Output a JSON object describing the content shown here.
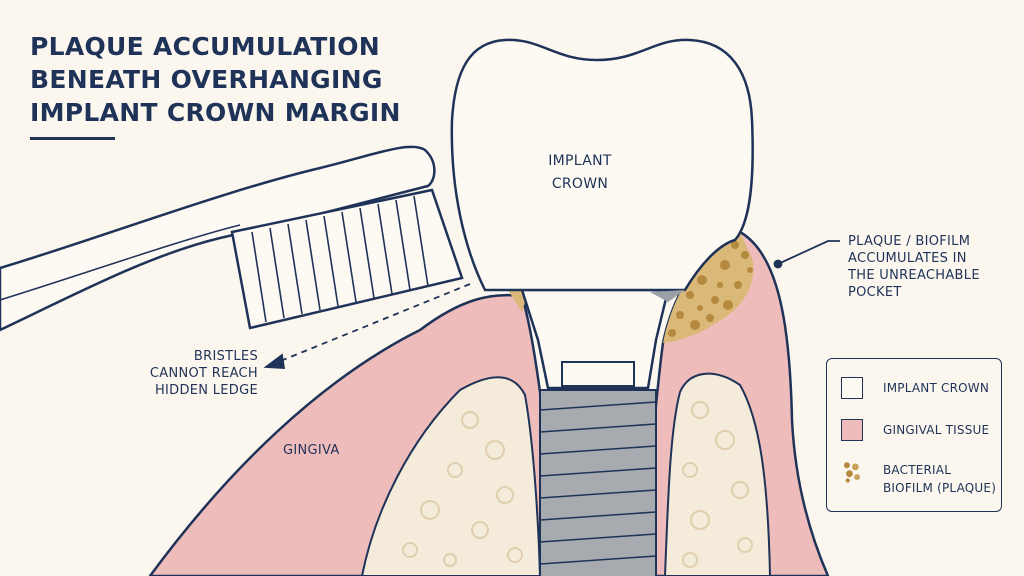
{
  "title": {
    "lines": [
      "PLAQUE ACCUMULATION",
      "BENEATH OVERHANGING",
      "IMPLANT CROWN MARGIN"
    ]
  },
  "labels": {
    "crown": [
      "IMPLANT",
      "CROWN"
    ],
    "plaque": [
      "PLAQUE / BIOFILM",
      "ACCUMULATES IN",
      "THE UNREACHABLE",
      "POCKET"
    ],
    "bristles": [
      "BRISTLES",
      "CANNOT REACH",
      "HIDDEN LEDGE"
    ],
    "gingiva": "GINGIVA"
  },
  "legend": {
    "items": [
      {
        "label_lines": [
          "IMPLANT CROWN"
        ],
        "swatch": "outline"
      },
      {
        "label_lines": [
          "GINGIVAL TISSUE"
        ],
        "swatch": "pink"
      },
      {
        "label_lines": [
          "BACTERIAL",
          "BIOFILM (PLAQUE)"
        ],
        "swatch": "dots"
      }
    ]
  },
  "colors": {
    "navy": "#1f3358",
    "background": "#fbf6ee",
    "gingiva": "#efbcbc",
    "bone": "#f4ebda",
    "crown": "#fdfaf3",
    "implant": "#a7aaaf",
    "plaque": "#c9a15a"
  }
}
